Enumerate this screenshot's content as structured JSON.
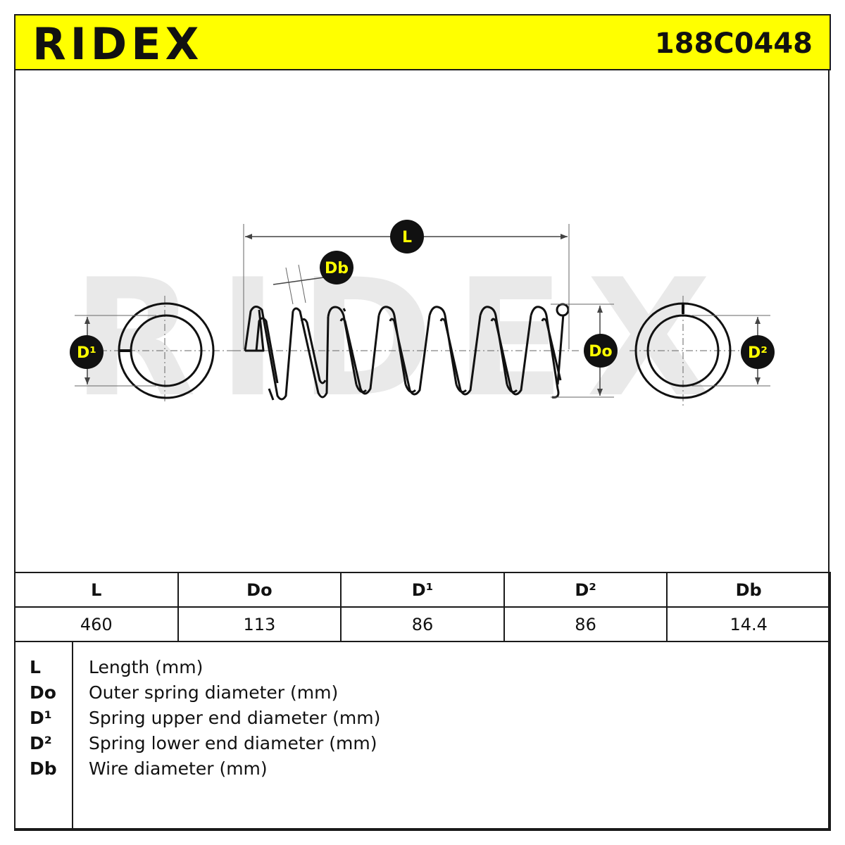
{
  "header": {
    "brand": "RIDEX",
    "part_number": "188C0448"
  },
  "diagram": {
    "watermark": "RIDEX",
    "labels": {
      "length": "L",
      "wire": "Db",
      "outer": "Do",
      "upper": "D¹",
      "lower": "D²"
    }
  },
  "specs": {
    "headers": [
      "L",
      "Do",
      "D¹",
      "D²",
      "Db"
    ],
    "values": [
      "460",
      "113",
      "86",
      "86",
      "14.4"
    ]
  },
  "legend": [
    {
      "symbol": "L",
      "description": "Length (mm)"
    },
    {
      "symbol": "Do",
      "description": "Outer spring diameter (mm)"
    },
    {
      "symbol": "D¹",
      "description": "Spring upper end diameter (mm)"
    },
    {
      "symbol": "D²",
      "description": "Spring lower end diameter (mm)"
    },
    {
      "symbol": "Db",
      "description": "Wire diameter (mm)"
    }
  ],
  "colors": {
    "accent": "#ffff00",
    "ink": "#111111",
    "watermark": "#e6e6e6"
  }
}
